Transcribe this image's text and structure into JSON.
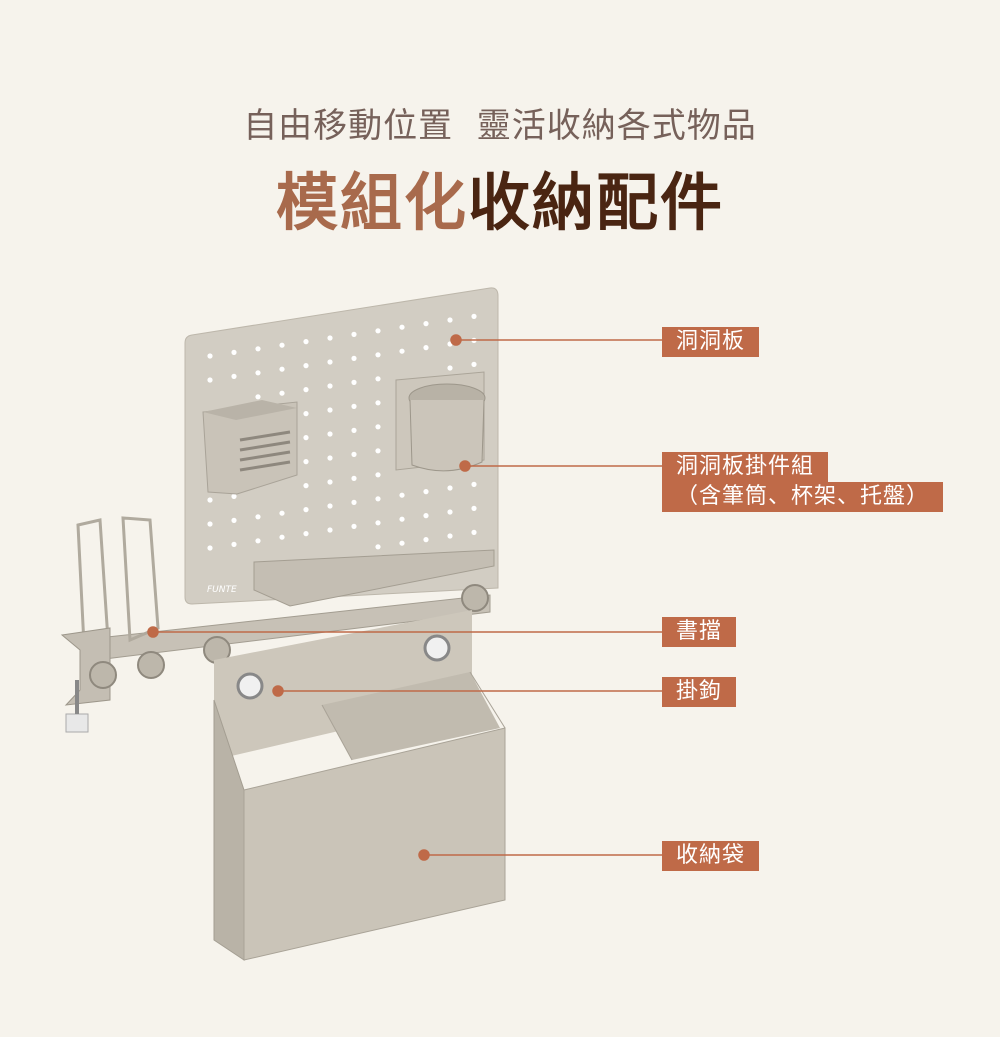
{
  "header": {
    "subtitle": "自由移動位置  靈活收納各式物品",
    "title_accent": "模組化",
    "title_main": "收納配件"
  },
  "callouts": [
    {
      "label": "洞洞板"
    },
    {
      "label": "洞洞板掛件組",
      "sublabel": "（含筆筒、杯架、托盤）"
    },
    {
      "label": "書擋"
    },
    {
      "label": "掛鉤"
    },
    {
      "label": "收納袋"
    }
  ],
  "product": {
    "brand": "FUNTE"
  },
  "colors": {
    "background": "#f6f3ec",
    "callout": "#bf6a48",
    "title_accent": "#a86a4c",
    "title_dark": "#4a2512",
    "product": "#ccc6bb"
  }
}
